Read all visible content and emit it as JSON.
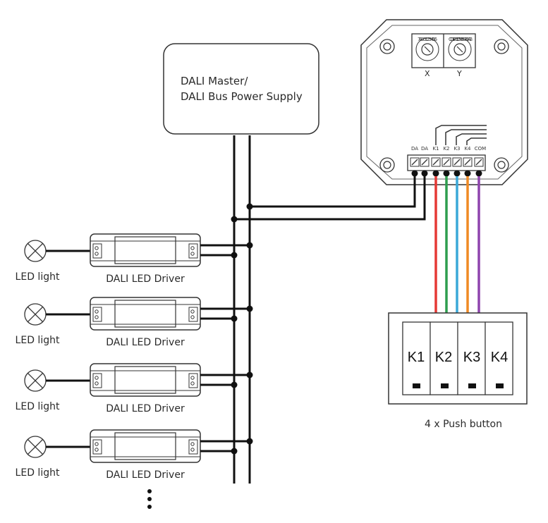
{
  "master": {
    "line1": "DALI Master/",
    "line2": "DALI Bus Power Supply"
  },
  "panel": {
    "x_label": "X",
    "y_label": "Y",
    "dial_x_digits": "7 8 9 0 1 2 3 4 5 6",
    "dial_y_digits": "C D E F 0 1 2 3 4 5 6 7 8 9 A B",
    "terminals": [
      "DA",
      "DA",
      "K1",
      "K2",
      "K3",
      "K4",
      "COM"
    ]
  },
  "drivers": [
    {
      "light": "LED light",
      "driver": "DALI LED Driver"
    },
    {
      "light": "LED light",
      "driver": "DALI LED Driver"
    },
    {
      "light": "LED light",
      "driver": "DALI LED Driver"
    },
    {
      "light": "LED light",
      "driver": "DALI LED Driver"
    }
  ],
  "pushbutton": {
    "keys": [
      "K1",
      "K2",
      "K3",
      "K4"
    ],
    "caption": "4 x Push button"
  },
  "wire_colors": {
    "K1": "#e53935",
    "K2": "#2e9e4f",
    "K3": "#3aa8d8",
    "K4": "#f08a24",
    "COM": "#8e44ad"
  }
}
